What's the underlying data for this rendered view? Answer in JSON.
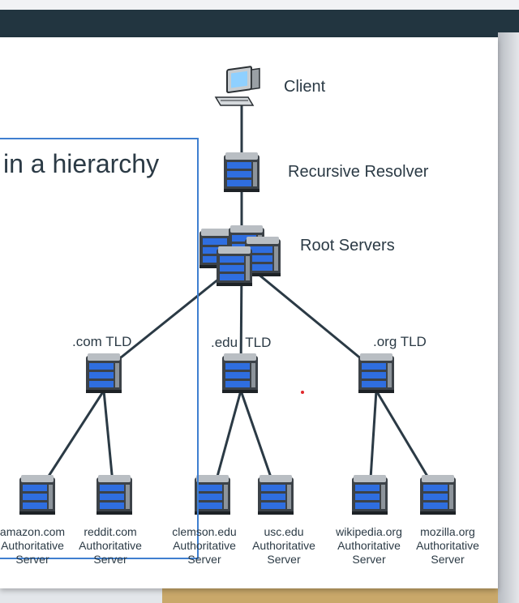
{
  "slide": {
    "heading": "l in a hierarchy"
  },
  "nodes": {
    "client": "Client",
    "resolver": "Recursive Resolver",
    "root": "Root Servers",
    "com_tld": ".com TLD",
    "edu_tld": ".edu  TLD",
    "org_tld": ".org TLD"
  },
  "auth_servers": [
    {
      "domain": "amazon.com",
      "line2": "Authoritative",
      "line3": "Server"
    },
    {
      "domain": "reddit.com",
      "line2": "Authoritative",
      "line3": "Server"
    },
    {
      "domain": "clemson.edu",
      "line2": "Authoritative",
      "line3": "Server"
    },
    {
      "domain": "usc.edu",
      "line2": "Authoritative",
      "line3": "Server"
    },
    {
      "domain": "wikipedia.org",
      "line2": "Authoritative",
      "line3": "Server"
    },
    {
      "domain": "mozilla.org",
      "line2": "Authoritative",
      "line3": "Server"
    }
  ],
  "colors": {
    "line": "#2b3a45",
    "frame": "#3f7fd0",
    "server_blue": "#2f6ee0"
  },
  "icons": {
    "client": "computer-icon",
    "server": "server-stack-icon"
  }
}
